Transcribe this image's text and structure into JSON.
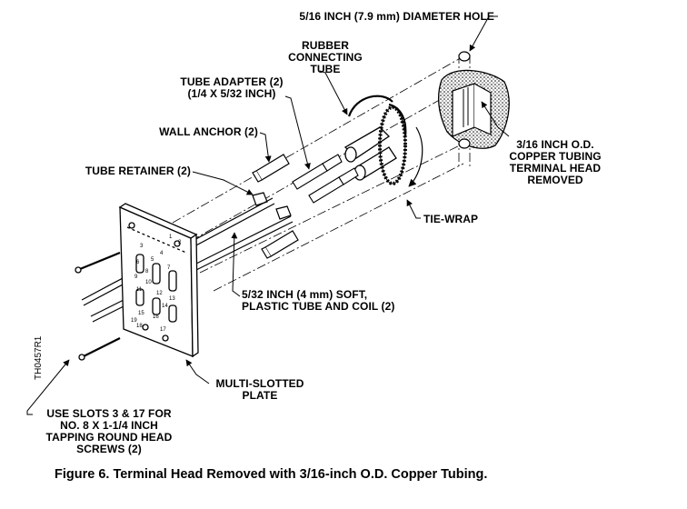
{
  "labels": {
    "hole": "5/16 INCH (7.9 mm) DIAMETER HOLE",
    "rubber_tube": "RUBBER\nCONNECTING\nTUBE",
    "tube_adapter": "TUBE ADAPTER (2)\n(1/4 X 5/32 INCH)",
    "wall_anchor": "WALL ANCHOR (2)",
    "tube_retainer": "TUBE RETAINER (2)",
    "copper_tubing": "3/16 INCH O.D.\nCOPPER TUBING\nTERMINAL HEAD\nREMOVED",
    "tie_wrap": "TIE-WRAP",
    "plastic_tube": "5/32 INCH (4 mm) SOFT,\nPLASTIC TUBE AND COIL (2)",
    "plate": "MULTI-SLOTTED\nPLATE",
    "slots": "USE SLOTS 3 & 17 FOR\nNO. 8 X 1-1/4 INCH\nTAPPING ROUND HEAD\nSCREWS (2)"
  },
  "doc_id": "TH0457R1",
  "caption": "Figure 6.  Terminal Head Removed with 3/16-inch O.D. Copper Tubing.",
  "plate_numbers": [
    "1",
    "2",
    "3",
    "4",
    "5",
    "6",
    "7",
    "8",
    "9",
    "10",
    "11",
    "12",
    "13",
    "14",
    "15",
    "16",
    "17",
    "18",
    "19"
  ]
}
